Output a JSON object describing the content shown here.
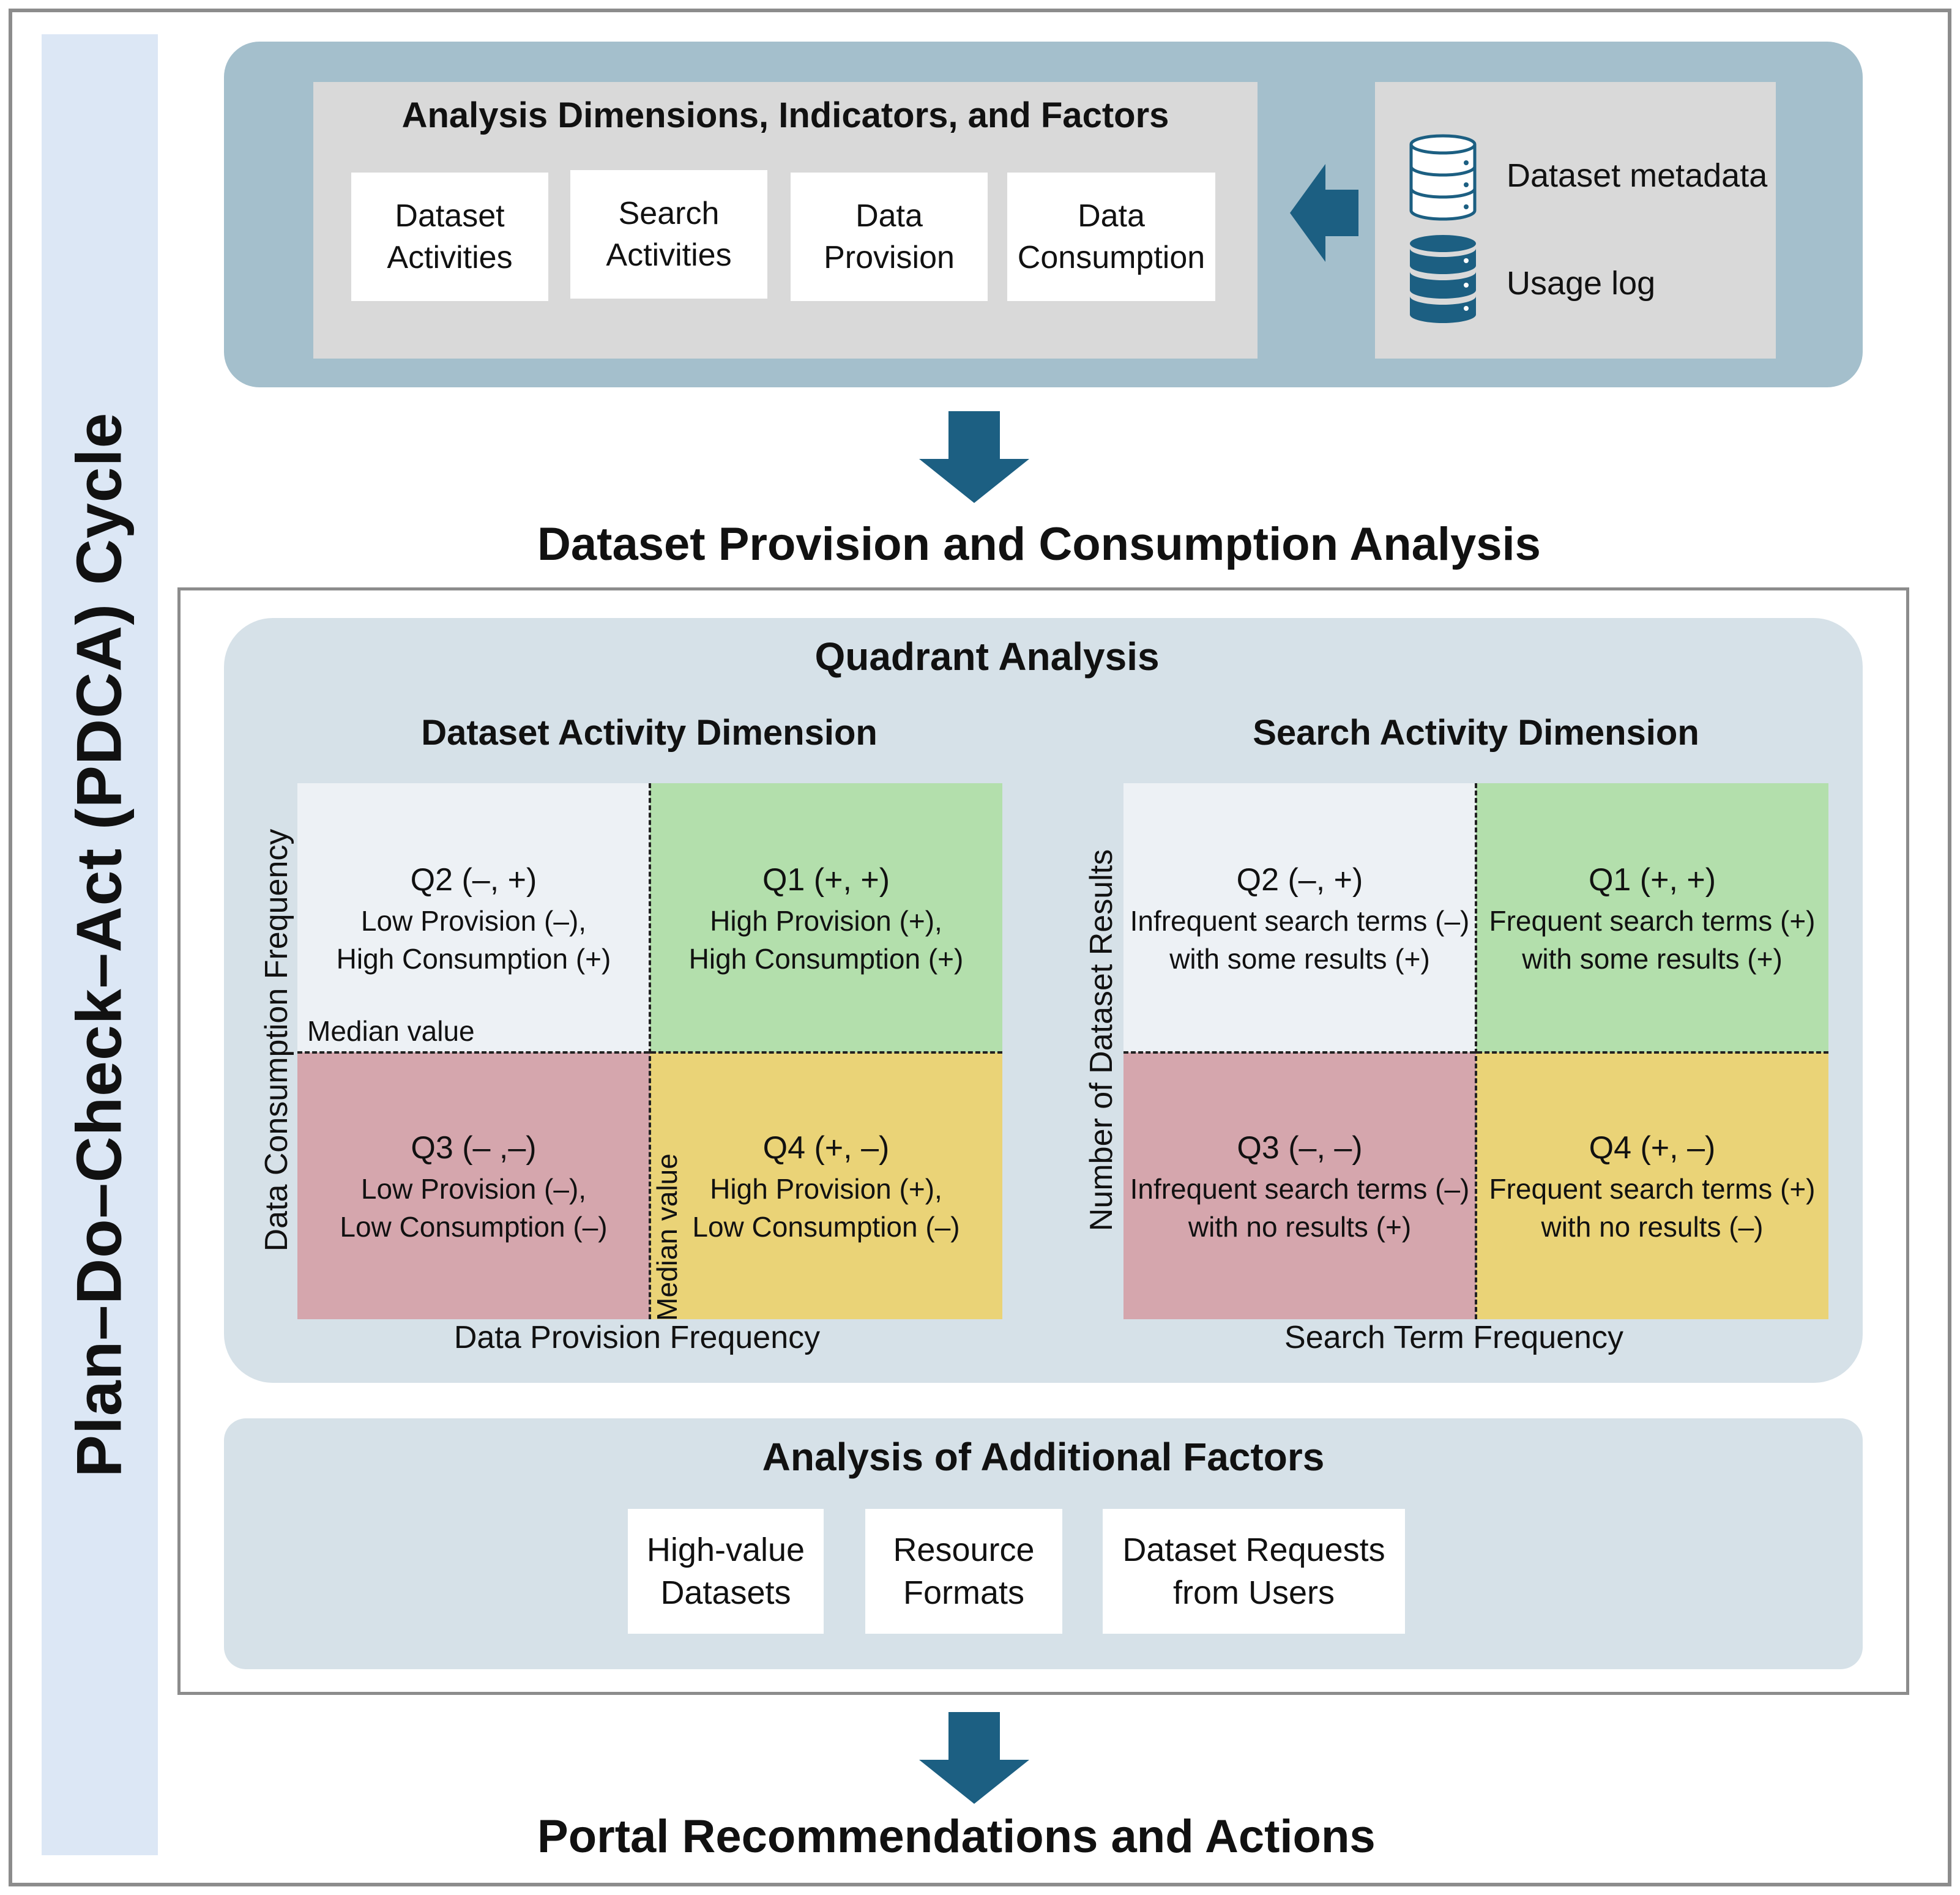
{
  "cycle": {
    "label": "Plan–Do–Check–Act (PDCA) Cycle"
  },
  "inputs": {
    "title": "Analysis Dimensions, Indicators, and Factors",
    "cards": [
      {
        "line1": "Dataset",
        "line2": "Activities"
      },
      {
        "line1": "Search",
        "line2": "Activities"
      },
      {
        "line1": "Data",
        "line2": "Provision"
      },
      {
        "line1": "Data",
        "line2": "Consumption"
      }
    ],
    "sources": [
      {
        "label": "Dataset metadata",
        "icon": "database-outline-icon"
      },
      {
        "label": "Usage log",
        "icon": "database-filled-icon"
      }
    ]
  },
  "analysis": {
    "title": "Dataset Provision and Consumption Analysis",
    "quadrant": {
      "title": "Quadrant Analysis",
      "dataset_dimension": {
        "title": "Dataset Activity Dimension",
        "y_axis": "Data Consumption Frequency",
        "x_axis": "Data Provision Frequency",
        "median_h": "Median value",
        "median_v": "Median value",
        "cells": {
          "q2": {
            "label": "Q2 (–, +)",
            "line1": "Low Provision (–),",
            "line2": "High Consumption (+)"
          },
          "q1": {
            "label": "Q1 (+, +)",
            "line1": "High Provision (+),",
            "line2": "High Consumption (+)"
          },
          "q3": {
            "label": "Q3 (– ,–)",
            "line1": "Low Provision (–),",
            "line2": "Low Consumption (–)"
          },
          "q4": {
            "label": "Q4 (+, –)",
            "line1": "High Provision (+),",
            "line2": "Low Consumption (–)"
          }
        }
      },
      "search_dimension": {
        "title": "Search Activity Dimension",
        "y_axis": "Number of Dataset Results",
        "x_axis": "Search Term Frequency",
        "cells": {
          "q2": {
            "label": "Q2 (–, +)",
            "line1": "Infrequent search terms (–)",
            "line2": "with some results (+)"
          },
          "q1": {
            "label": "Q1 (+, +)",
            "line1": "Frequent search terms (+)",
            "line2": "with some results (+)"
          },
          "q3": {
            "label": "Q3 (–, –)",
            "line1": "Infrequent search terms (–)",
            "line2": "with no results (+)"
          },
          "q4": {
            "label": "Q4 (+, –)",
            "line1": "Frequent search terms (+)",
            "line2": "with no results (–)"
          }
        }
      }
    },
    "factors": {
      "title": "Analysis of Additional Factors",
      "cards": [
        {
          "line1": "High-value",
          "line2": "Datasets"
        },
        {
          "line1": "Resource",
          "line2": "Formats"
        },
        {
          "line1": "Dataset Requests",
          "line2": "from Users"
        }
      ]
    }
  },
  "output": {
    "title": "Portal Recommendations and Actions"
  },
  "colors": {
    "arrow": "#1c5f82",
    "top_panel": "#a4bfcc",
    "quadrant_light": "#edf1f5",
    "quadrant_green": "#b3dfac",
    "quadrant_red": "#d5a6ad",
    "quadrant_yellow": "#ead377",
    "pdca_bar": "#dce7f5"
  }
}
